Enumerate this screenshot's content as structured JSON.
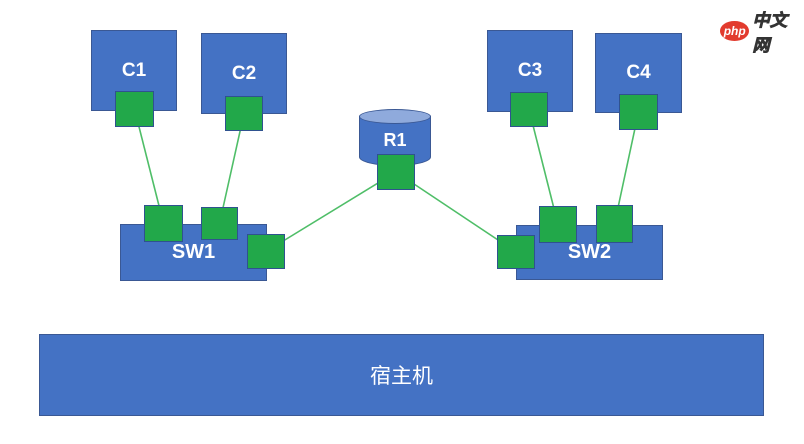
{
  "logo": {
    "brand": "php",
    "suffix": "中文网"
  },
  "colors": {
    "node_blue": "#4472C4",
    "node_border": "#3A5894",
    "cylinder_top_blue": "#8FAADC",
    "port_green": "#22A84A",
    "link_green": "#4FBE68",
    "logo_red": "#E23B2E",
    "label_text": "#FFFFFF"
  },
  "nodes": {
    "c1": {
      "label": "C1",
      "type": "client-computer"
    },
    "c2": {
      "label": "C2",
      "type": "client-computer"
    },
    "c3": {
      "label": "C3",
      "type": "client-computer"
    },
    "c4": {
      "label": "C4",
      "type": "client-computer"
    },
    "r1": {
      "label": "R1",
      "type": "router"
    },
    "sw1": {
      "label": "SW1",
      "type": "switch"
    },
    "sw2": {
      "label": "SW2",
      "type": "switch"
    },
    "host": {
      "label": "宿主机",
      "type": "host-machine"
    }
  },
  "links": [
    {
      "from": "c1-port",
      "to": "sw1-port-1"
    },
    {
      "from": "c2-port",
      "to": "sw1-port-2"
    },
    {
      "from": "r1-port",
      "to": "sw1-port-3"
    },
    {
      "from": "r1-port",
      "to": "sw2-port-left"
    },
    {
      "from": "c3-port",
      "to": "sw2-port-middle"
    },
    {
      "from": "c4-port",
      "to": "sw2-port-right"
    }
  ]
}
